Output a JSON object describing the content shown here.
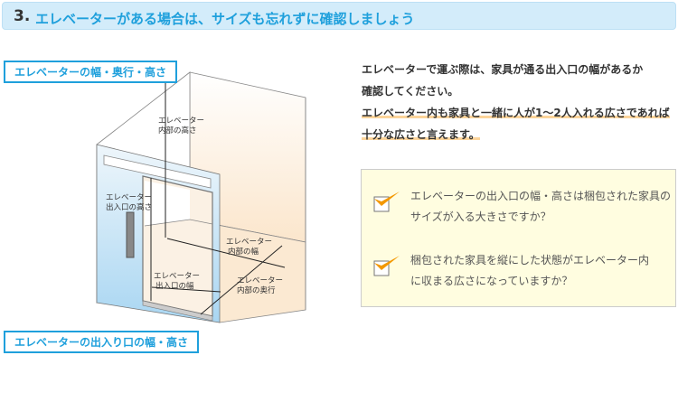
{
  "header": {
    "number": "3.",
    "title": "エレベーターがある場合は、サイズも忘れずに確認しましょう"
  },
  "labels": {
    "inside": "エレベーターの幅・奥行・高さ",
    "entrance": "エレベーターの出入り口の幅・高さ"
  },
  "diagram": {
    "inner_height": [
      "エレベーター",
      "内部の高さ"
    ],
    "entrance_height": [
      "エレベーター",
      "出入口の高さ"
    ],
    "inner_width": [
      "エレベーター",
      "内部の幅"
    ],
    "entrance_width": [
      "エレベーター",
      "出入口の幅"
    ],
    "inner_depth": [
      "エレベーター",
      "内部の奥行"
    ]
  },
  "description": {
    "lines": [
      "エレベーターで運ぶ際は、家具が通る出入口の幅があるか",
      "確認してください。"
    ],
    "highlight": [
      "エレベーター内も家具と一緒に人が1～2人入れる広さであれば",
      "十分な広さと言えます。"
    ]
  },
  "checklist": [
    {
      "lines": [
        "エレベーターの出入口の幅・高さは梱包された家具の",
        "サイズが入る大きさですか？"
      ]
    },
    {
      "lines": [
        "梱包された家具を縦にした状態がエレベーター内",
        "に収まる広さになっていますか？"
      ]
    }
  ],
  "colors": {
    "accent": "#1fa0dc",
    "check": "#f39800",
    "highlight": "#fcd49a",
    "box_bg": "#fffde0"
  }
}
